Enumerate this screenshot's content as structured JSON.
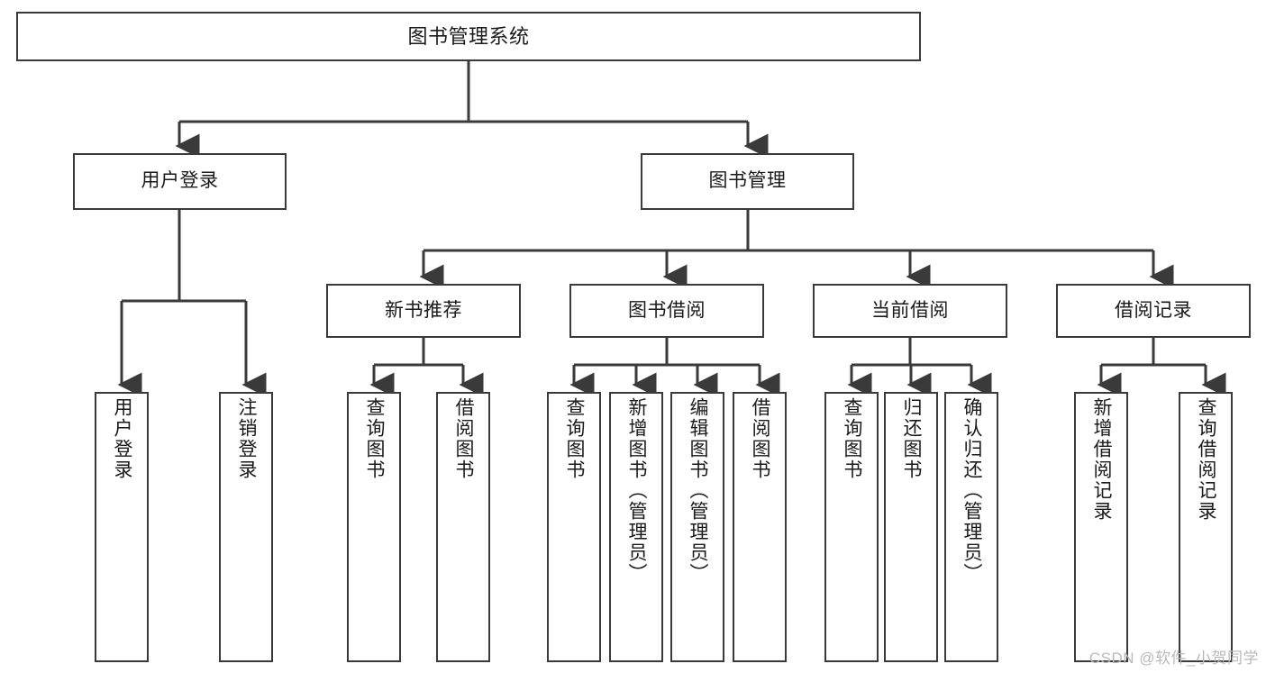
{
  "diagram": {
    "type": "tree",
    "title": "图书管理系统",
    "watermark": "CSDN @软件_小贺同学",
    "colors": {
      "background": "#ffffff",
      "node_border": "#3a3a3a",
      "node_fill": "#ffffff",
      "connector": "#3a3a3a",
      "text": "#1a1a1a",
      "watermark": "#b9b9b9"
    },
    "nodes": {
      "root": {
        "label": "图书管理系统"
      },
      "level2": [
        {
          "id": "user-login",
          "label": "用户登录"
        },
        {
          "id": "book-manage",
          "label": "图书管理"
        }
      ],
      "level3": [
        {
          "id": "new-book-recommend",
          "label": "新书推荐"
        },
        {
          "id": "book-borrow",
          "label": "图书借阅"
        },
        {
          "id": "current-borrow",
          "label": "当前借阅"
        },
        {
          "id": "borrow-record",
          "label": "借阅记录"
        }
      ],
      "leaves": {
        "user-login": [
          {
            "id": "leaf-user-login",
            "label": "用户登录"
          },
          {
            "id": "leaf-logout",
            "label": "注销登录"
          }
        ],
        "new-book-recommend": [
          {
            "id": "leaf-query-book-1",
            "label": "查询图书"
          },
          {
            "id": "leaf-borrow-book-1",
            "label": "借阅图书"
          }
        ],
        "book-borrow": [
          {
            "id": "leaf-query-book-2",
            "label": "查询图书"
          },
          {
            "id": "leaf-add-book",
            "label": "新增图书（管理员）"
          },
          {
            "id": "leaf-edit-book",
            "label": "编辑图书（管理员）"
          },
          {
            "id": "leaf-borrow-book-2",
            "label": "借阅图书"
          }
        ],
        "current-borrow": [
          {
            "id": "leaf-query-book-3",
            "label": "查询图书"
          },
          {
            "id": "leaf-return-book",
            "label": "归还图书"
          },
          {
            "id": "leaf-confirm-return",
            "label": "确认归还（管理员）"
          }
        ],
        "borrow-record": [
          {
            "id": "leaf-add-record",
            "label": "新增借阅记录"
          },
          {
            "id": "leaf-query-record",
            "label": "查询借阅记录"
          }
        ]
      }
    }
  }
}
